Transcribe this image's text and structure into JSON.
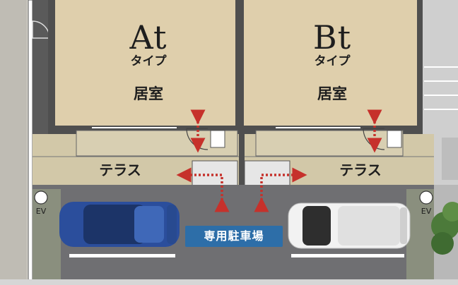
{
  "units": [
    {
      "type": "At",
      "type_suffix": "タイプ",
      "room_label": "居室",
      "terrace_label": "テラス"
    },
    {
      "type": "Bt",
      "type_suffix": "タイプ",
      "room_label": "居室",
      "terrace_label": "テラス"
    }
  ],
  "parking": {
    "label": "専用駐車場"
  },
  "elevator": {
    "left_label": "EV",
    "right_label": "EV"
  },
  "colors": {
    "floor": "#dfcfac",
    "wall": "#4f4f4f",
    "terrace": "#d2c8a8",
    "asphalt": "#6f6f72",
    "arrow": "#c6312b",
    "badge": "#2d6ea8",
    "car_blue": "#2b4e9c",
    "car_white": "#f2f2f2"
  }
}
